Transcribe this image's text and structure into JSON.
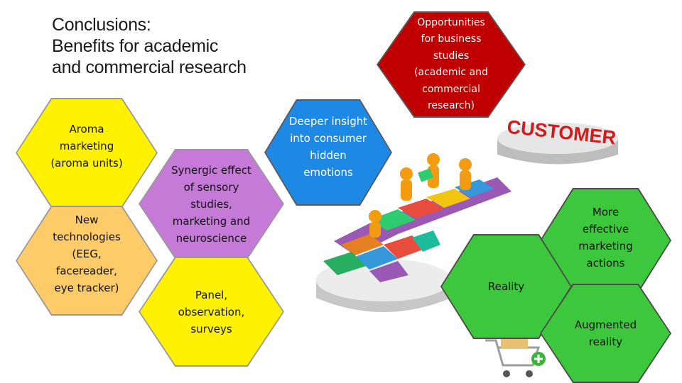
{
  "title": {
    "line1": "Conclusions:",
    "line2": "Benefits for academic",
    "line3": "and commercial research"
  },
  "hexagons": {
    "aroma": {
      "lines": [
        "Aroma",
        "marketing",
        "(aroma units)"
      ],
      "color": "#FFF200"
    },
    "new_tech": {
      "lines": [
        "New",
        "technologies",
        "(EEG,",
        "facereader,",
        "eye tracker)"
      ],
      "color": "#FDCB68"
    },
    "synergic": {
      "lines": [
        "Synergic effect",
        "of sensory",
        "studies,",
        "marketing and",
        "neuroscience"
      ],
      "color": "#C57AD8"
    },
    "panel": {
      "lines": [
        "Panel,",
        "observation,",
        "surveys"
      ],
      "color": "#FFF200"
    },
    "insight": {
      "lines": [
        "Deeper insight",
        "into consumer",
        "hidden",
        "emotions"
      ],
      "color": "#1E88E5"
    },
    "opportunities": {
      "lines": [
        "Opportunities",
        "for business",
        "studies",
        "(academic and",
        "commercial",
        "research)"
      ],
      "color": "#C00000"
    },
    "effective": {
      "lines": [
        "More",
        "effective",
        "marketing",
        "actions"
      ],
      "color": "#3CC73C"
    },
    "reality": {
      "lines": [
        "Reality"
      ],
      "color": "#3CC73C"
    },
    "augmented": {
      "lines": [
        "Augmented",
        "reality"
      ],
      "color": "#3CC73C"
    }
  },
  "illustration": {
    "sign_text": "CUSTOMER",
    "icons": [
      "puzzle-people-illustration",
      "shopping-cart-icon"
    ]
  }
}
